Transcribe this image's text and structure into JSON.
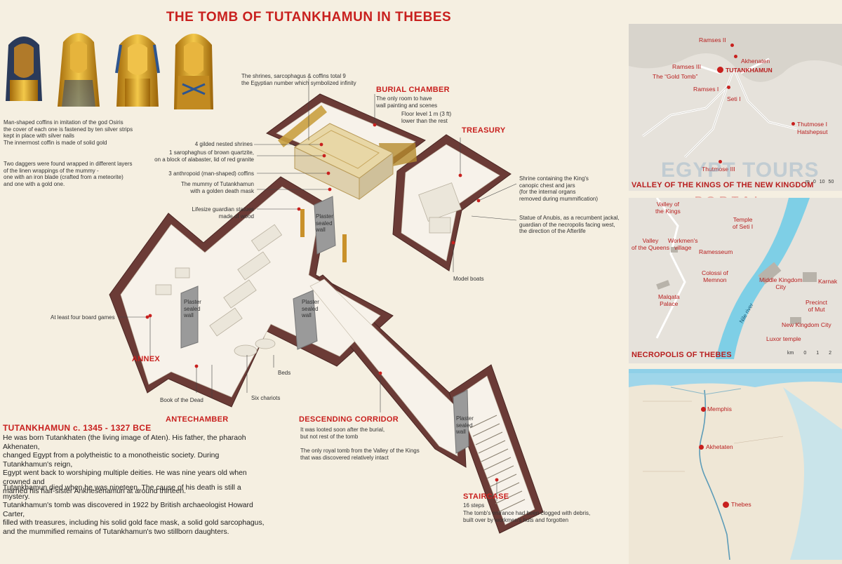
{
  "title": "THE TOMB OF TUTANKHAMUN IN THEBES",
  "coffins_text": [
    "Man-shaped coffins in imitation of the god Osiris",
    "the cover of each one is  fastened by ten silver strips",
    "kept in place with silver nails",
    "The innermost coffin is made of solid gold"
  ],
  "daggers_text": [
    "Two daggers were found wrapped in different layers",
    "of the linen wrappings of the mummy -",
    "one with an iron blade (crafted from a meteorite)",
    "and one with a gold one."
  ],
  "rooms": {
    "burial_chamber": "BURIAL CHAMBER",
    "treasury": "TREASURY",
    "annex": "ANNEX",
    "antechamber": "ANTECHAMBER",
    "descending_corridor": "DESCENDING CORRIDOR",
    "staircase": "STAIRCASE"
  },
  "notes": {
    "shrines_total": [
      "The shrines, sarcophagus & coffins total 9",
      "the Egyptian number which symbolized infinity"
    ],
    "burial_desc": [
      "The only room to have",
      "wall painting and scenes"
    ],
    "floor_level": [
      "Floor level 1 m (3 ft)",
      "lower than the rest"
    ],
    "nested_shrines": "4 gilded nested shrines",
    "sarcophagus": [
      "1 sarophaghus of brown quartzite,",
      "on a block of alabaster, lid of red granite"
    ],
    "anthropoid": "3 anthropoid (man-shaped) coffins",
    "mummy_mask": [
      "The mummy of Tutankhamun",
      "with a golden death mask"
    ],
    "guardian_statues": [
      "Lifesize guardian statues",
      "made of wood"
    ],
    "canopic": [
      "Shrine containing the King's",
      "canopic chest and jars",
      "(for the internal organs",
      "removed during mummification)"
    ],
    "anubis": [
      "Statue of Anubis, as a recumbent jackal,",
      "guardian of the necropolis facing west,",
      "the direction of the Afterlife"
    ],
    "model_boats": "Model boats",
    "board_games": "At least four board games",
    "beds": "Beds",
    "book_dead": "Book of the Dead",
    "chariots": "Six chariots",
    "plaster_wall": [
      "Plaster",
      "sealed",
      "wall"
    ],
    "corridor_desc1": [
      "It was looted soon after the burial,",
      "but not rest of the tomb"
    ],
    "corridor_desc2": [
      "The only royal tomb from the Valley of the Kings",
      "that was discovered relatively intact"
    ],
    "steps": "16 steps",
    "staircase_desc": [
      "The tomb's entrance had been clogged with debris,",
      "built over by workmen's huts and forgotten"
    ]
  },
  "bio": {
    "heading": "TUTANKHAMUN c. 1345 - 1327 BCE",
    "p1": [
      "He was born Tutankhaten (the living image of Aten). His father, the pharaoh Akhenaten,",
      "changed Egypt from a polytheistic to a monotheistic society. During Tutankhamun's reign,",
      "Egypt went back to worshiping multiple deities. He was nine years old when crowned and",
      "married his half-sister Ankhesenamun at around thirteen."
    ],
    "p2": [
      "Tutankhamun died when he was nineteen. The cause of his death is still a mystery.",
      "Tutankhamun's tomb was discovered in 1922 by British archaeologist Howard Carter,",
      "filled with treasures, including his solid gold face mask, a solid gold sarcophagus,",
      "and the mummified remains of Tutankhamun's two stillborn daughters."
    ]
  },
  "map_valley": {
    "title": "VALLEY OF THE KINGS OF THE NEW KINGDOM",
    "scale_label": "m",
    "scale_ticks": [
      "0",
      "10",
      "50"
    ],
    "places": [
      "Ramses II",
      "Akhenaten",
      "Ramses III",
      "The “Gold Tomb”",
      "TUTANKHAMUN",
      "Ramses I",
      "Seti I",
      "Thutmose I",
      "Hatshepsut",
      "Thutmose III"
    ]
  },
  "map_thebes": {
    "title": "NECROPOLIS OF THEBES",
    "scale_label": "km",
    "scale_ticks": [
      "0",
      "1",
      "2"
    ],
    "river": "Nile river",
    "places": [
      "Valley of",
      "the Kings",
      "Temple",
      "of Seti I",
      "Valley",
      "of the Queens",
      "Workmen's",
      "village",
      "Ramesseum",
      "Colossi of",
      "Memnon",
      "Middle Kingdom",
      "City",
      "Karnak",
      "Malqata",
      "Palace",
      "Precinct",
      "of Mut",
      "New Kingdom City",
      "Luxor temple"
    ]
  },
  "map_egypt": {
    "places": [
      "Memphis",
      "Akhetaten",
      "Thebes"
    ]
  },
  "watermark": [
    "EGYPT TOURS",
    "PORTAL"
  ],
  "colors": {
    "accent": "#c8201e",
    "wall": "#6b3b36",
    "background": "#f5efe1",
    "map": "#e7e3dc",
    "water": "#7ecfe6"
  }
}
